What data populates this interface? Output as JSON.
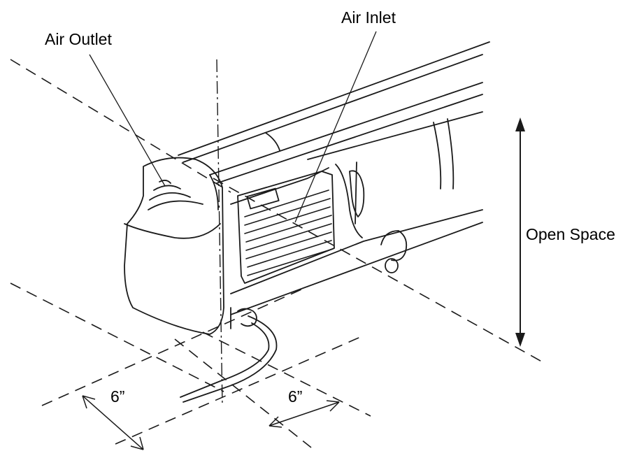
{
  "labels": {
    "air_outlet": "Air Outlet",
    "air_inlet": "Air Inlet",
    "open_space": "Open Space",
    "clearance_left": "6”",
    "clearance_right": "6”"
  },
  "colors": {
    "ink": "#1a1a1a",
    "background": "#ffffff"
  }
}
